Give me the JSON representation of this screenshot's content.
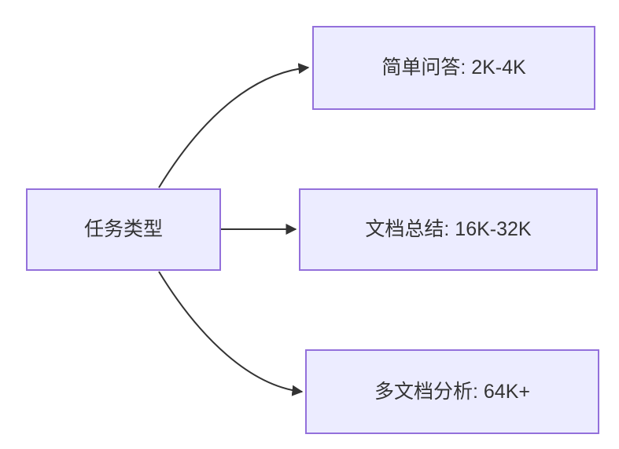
{
  "diagram": {
    "type": "flowchart-left-to-right",
    "root": {
      "id": "task-type",
      "label": "任务类型"
    },
    "branches": [
      {
        "id": "simple-qa",
        "label": "简单问答: 2K-4K"
      },
      {
        "id": "doc-summary",
        "label": "文档总结: 16K-32K"
      },
      {
        "id": "multi-doc",
        "label": "多文档分析: 64K+"
      }
    ],
    "edges": [
      {
        "from": "task-type",
        "to": "simple-qa"
      },
      {
        "from": "task-type",
        "to": "doc-summary"
      },
      {
        "from": "task-type",
        "to": "multi-doc"
      }
    ],
    "colors": {
      "node_fill": "#ECECFF",
      "node_border": "#9370DB",
      "arrow": "#333333",
      "text": "#333333",
      "background": "#FFFFFF"
    }
  }
}
